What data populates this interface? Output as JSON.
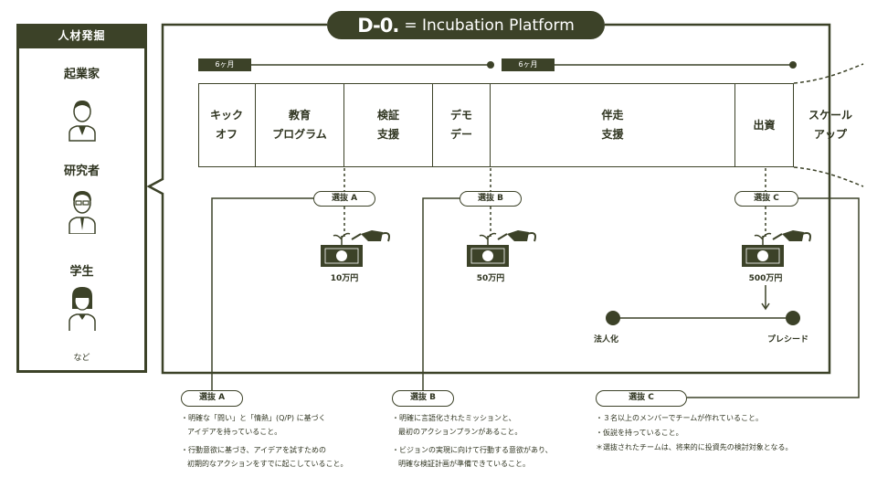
{
  "talent": {
    "header": "人材発掘",
    "people": [
      {
        "label": "起業家",
        "icon": "entrepreneur-icon"
      },
      {
        "label": "研究者",
        "icon": "researcher-icon"
      },
      {
        "label": "学生",
        "icon": "student-icon"
      }
    ],
    "etc": "など"
  },
  "platform": {
    "logo": "D-0.",
    "title": "= Incubation Platform"
  },
  "durations": [
    "6ヶ月",
    "6ヶ月"
  ],
  "stages": [
    {
      "line1": "キック",
      "line2": "オフ"
    },
    {
      "line1": "教育",
      "line2": "プログラム"
    },
    {
      "line1": "検証",
      "line2": "支援"
    },
    {
      "line1": "デモ",
      "line2": "デー"
    },
    {
      "line1": "伴走",
      "line2": "支援"
    },
    {
      "line1": "出資",
      "line2": ""
    },
    {
      "line1": "スケール",
      "line2": "アップ"
    }
  ],
  "selections": {
    "a": "選抜 A",
    "b": "選抜 B",
    "c": "選抜 C"
  },
  "amounts": {
    "a": "10万円",
    "b": "50万円",
    "c": "500万円"
  },
  "path": {
    "left": "法人化",
    "right": "プレシード"
  },
  "criteria": {
    "a": {
      "label": "選抜 A",
      "items": [
        {
          "l1": "・明確な「問い」と「情熱」(Q/P) に基づく",
          "l2": "アイデアを持っていること。"
        },
        {
          "l1": "・行動意欲に基づき、アイデアを試すための",
          "l2": "初期的なアクションをすでに起こしていること。"
        }
      ]
    },
    "b": {
      "label": "選抜 B",
      "items": [
        {
          "l1": "・明確に言語化されたミッションと、",
          "l2": "最初のアクションプランがあること。"
        },
        {
          "l1": "・ビジョンの実現に向けて行動する意欲があり、",
          "l2": "明確な検証計画が準備できていること。"
        }
      ]
    },
    "c": {
      "label": "選抜 C",
      "items": [
        {
          "l1": "・３名以上のメンバーでチームが作れていること。",
          "l2": ""
        },
        {
          "l1": "・仮説を持っていること。",
          "l2": ""
        },
        {
          "l1": "＊選抜されたチームは、将来的に投資先の検討対象となる。",
          "l2": ""
        }
      ]
    }
  },
  "colors": {
    "primary": "#3c4228",
    "background": "#ffffff"
  }
}
